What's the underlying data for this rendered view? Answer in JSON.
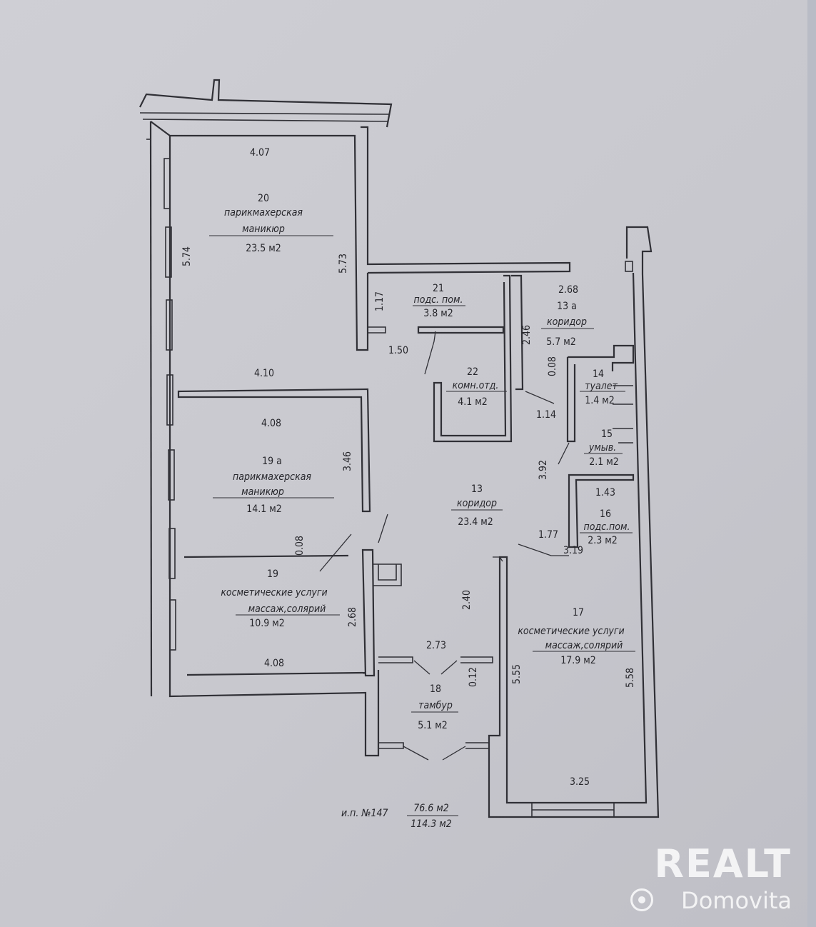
{
  "rooms": [
    {
      "id": "room-20",
      "number": "20",
      "name": "парикмахерская",
      "name2": "маникюр",
      "area": "23.5 м2"
    },
    {
      "id": "room-21",
      "number": "21",
      "name": "подс. пом.",
      "area": "3.8 м2"
    },
    {
      "id": "room-13a",
      "number": "13 а",
      "name": "коридор",
      "area": "5.7 м2"
    },
    {
      "id": "room-22",
      "number": "22",
      "name": "комн.отд.",
      "area": "4.1 м2"
    },
    {
      "id": "room-14",
      "number": "14",
      "name": "туалет",
      "area": "1.4 м2"
    },
    {
      "id": "room-15",
      "number": "15",
      "name": "умыв.",
      "area": "2.1 м2"
    },
    {
      "id": "room-19a",
      "number": "19 а",
      "name": "парикмахерская",
      "name2": "маникюр",
      "area": "14.1 м2"
    },
    {
      "id": "room-13",
      "number": "13",
      "name": "коридор",
      "area": "23.4 м2"
    },
    {
      "id": "room-16",
      "number": "16",
      "name": "подс.пом.",
      "area": "2.3 м2"
    },
    {
      "id": "room-19",
      "number": "19",
      "name": "косметические услуги",
      "name2": "массаж,солярий",
      "area": "10.9 м2"
    },
    {
      "id": "room-17",
      "number": "17",
      "name": "косметические услуги",
      "name2": "массаж,солярий",
      "area": "17.9 м2"
    },
    {
      "id": "room-18",
      "number": "18",
      "name": "тамбур",
      "area": "5.1 м2"
    }
  ],
  "dimensions": [
    "4.07",
    "5.74",
    "5.73",
    "1.17",
    "2.68",
    "1.50",
    "2.46",
    "0.08",
    "4.10",
    "1.14",
    "4.08",
    "3.46",
    "3.92",
    "1.43",
    "0.08",
    "1.77",
    "3.19",
    "2.40",
    "2.68",
    "2.73",
    "0.12",
    "5.55",
    "5.58",
    "4.08",
    "3.25"
  ],
  "footer": {
    "prefix": "и.п. №147",
    "area_main": "76.6 м2",
    "area_total": "114.3 м2"
  },
  "watermark": {
    "brand": "REALT",
    "sub": "Domovita"
  }
}
